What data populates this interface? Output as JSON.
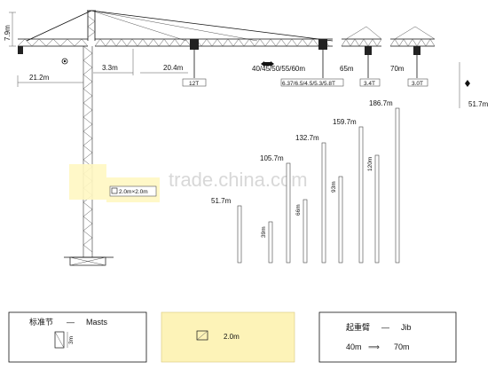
{
  "crane": {
    "tower_top_height": "7.9m",
    "counter_jib_length": "21.2m",
    "tip_distance": "3.3m",
    "first_load_radius": "20.4m",
    "first_load": "12T",
    "jib_lengths": "40/45/50/55/60m",
    "jib_loads": "6.37/6.5/4.5/5.3/5.8T",
    "jib_65_length": "65m",
    "jib_65_load": "3.4T",
    "jib_70_length": "70m",
    "jib_70_load": "3.0T",
    "max_free_height": "51.7m",
    "base_size": "2.0m×2.0m"
  },
  "heights": {
    "bars": [
      {
        "top": "51.7m",
        "side": "",
        "height": 51.7
      },
      {
        "top": "",
        "side": "39m",
        "height": 39
      },
      {
        "top": "105.7m",
        "side": "",
        "height": 105.7
      },
      {
        "top": "",
        "side": "66m",
        "height": 66
      },
      {
        "top": "132.7m",
        "side": "",
        "height": 132.7
      },
      {
        "top": "",
        "side": "93m",
        "height": 93
      },
      {
        "top": "159.7m",
        "side": "",
        "height": 159.7
      },
      {
        "top": "",
        "side": "120m",
        "height": 120
      },
      {
        "top": "186.7m",
        "side": "",
        "height": 186.7
      }
    ]
  },
  "watermark": "trade.china.com",
  "legend": {
    "masts_zh": "标准节",
    "masts_dash": "—",
    "masts_en": "Masts",
    "mast_height": "3m",
    "base_label": "2.0m",
    "jib_zh": "起重臂",
    "jib_dash": "—",
    "jib_en": "Jib",
    "jib_from": "40m",
    "jib_arrow": "⟹",
    "jib_to": "70m"
  },
  "colors": {
    "highlight": "#fff7c2",
    "legend_base": "#fdf3b8",
    "line": "#111111"
  }
}
